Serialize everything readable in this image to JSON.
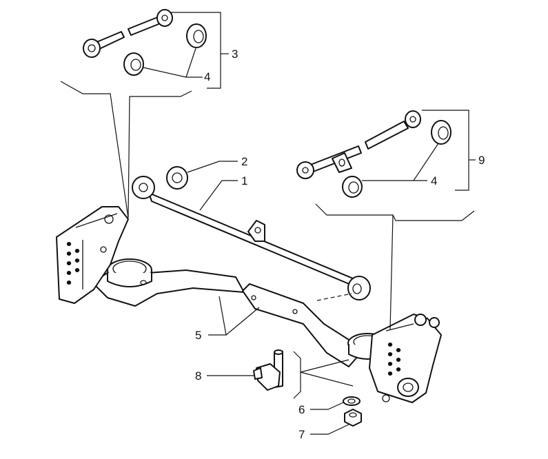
{
  "callouts": {
    "c1": "1",
    "c2": "2",
    "c3": "3",
    "c4a": "4",
    "c4b": "4",
    "c5": "5",
    "c6": "6",
    "c7": "7",
    "c8": "8",
    "c9": "9"
  },
  "colors": {
    "line": "#111111",
    "background": "#ffffff"
  }
}
